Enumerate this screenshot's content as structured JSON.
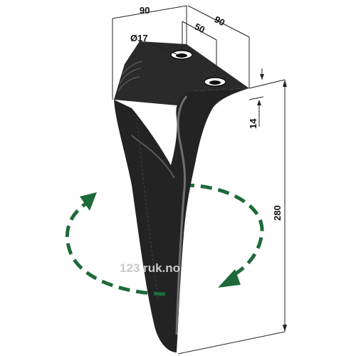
{
  "drawing": {
    "dimensions": {
      "top_width": "90",
      "side_width": "90",
      "hole_spacing": "50",
      "hole_diameter": "Ø17",
      "thickness": "14",
      "height": "280"
    },
    "watermark": "123 ruk.no",
    "colors": {
      "blade": "#232323",
      "blade_highlight": "#6f6f6f",
      "arrow": "#1f6a3a",
      "dimension_line": "#222222"
    }
  }
}
